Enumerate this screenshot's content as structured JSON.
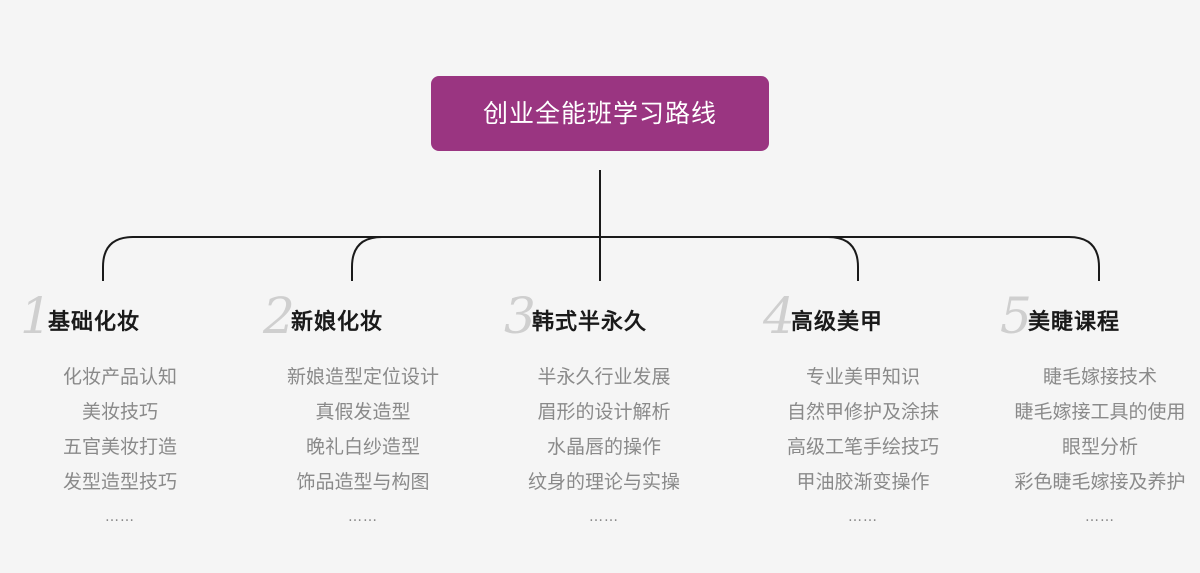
{
  "root": {
    "label": "创业全能班学习路线",
    "color": "#9a3581"
  },
  "branches": [
    {
      "num": "1",
      "title": "基础化妆",
      "items": [
        "化妆产品认知",
        "美妆技巧",
        "五官美妆打造",
        "发型造型技巧",
        "……"
      ]
    },
    {
      "num": "2",
      "title": "新娘化妆",
      "items": [
        "新娘造型定位设计",
        "真假发造型",
        "晚礼白纱造型",
        "饰品造型与构图",
        "……"
      ]
    },
    {
      "num": "3",
      "title": "韩式半永久",
      "items": [
        "半永久行业发展",
        "眉形的设计解析",
        "水晶唇的操作",
        "纹身的理论与实操",
        "……"
      ]
    },
    {
      "num": "4",
      "title": "高级美甲",
      "items": [
        "专业美甲知识",
        "自然甲修护及涂抹",
        "高级工笔手绘技巧",
        "甲油胶渐变操作",
        "……"
      ]
    },
    {
      "num": "5",
      "title": "美睫课程",
      "items": [
        "睫毛嫁接技术",
        "睫毛嫁接工具的使用",
        "眼型分析",
        "彩色睫毛嫁接及养护",
        "……"
      ]
    }
  ]
}
